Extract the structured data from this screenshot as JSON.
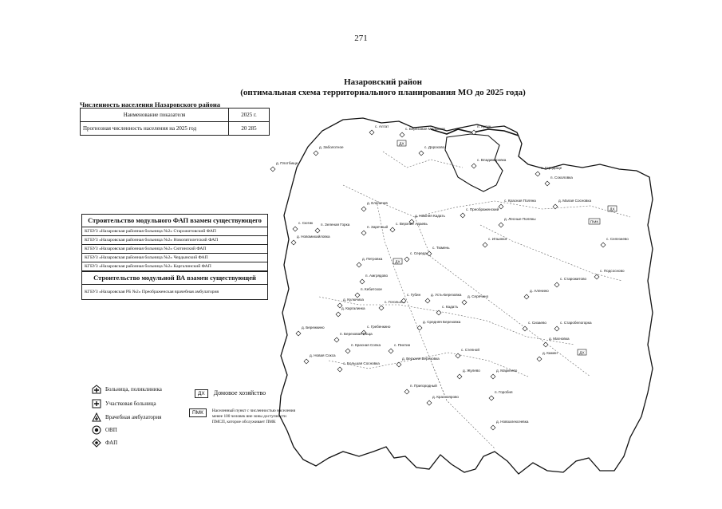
{
  "page": {
    "number": "271",
    "title_line1": "Назаровский район",
    "title_line2": "(оптимальная схема территориального планирования МО до 2025 года)"
  },
  "population": {
    "caption": "Численность населения Назаровского района",
    "header_name": "Наименование показателя",
    "header_year": "2025 г.",
    "row_name": "Прогнозная численность населения на 2025 год",
    "row_value": "20 285"
  },
  "fap_table": {
    "header": "Строительство модульного ФАП взамен существующего",
    "rows": [
      "КГБУЗ «Назаровская районная больница №2» Старожитовский ФАП",
      "КГБУЗ «Назаровская районная больница №2» Новопятилетский ФАП",
      "КГБУЗ «Назаровская районная больница №2» Сютинский ФАП",
      "КГБУЗ «Назаровская районная больница №2» Чердынский ФАП",
      "КГБУЗ «Назаровская районная больница №2» Каргалинский ФАП"
    ]
  },
  "va_table": {
    "header": "Строительство модульной ВА взамен существующей",
    "row": "КГБУЗ «Назаровская РБ №2» Преображенская врачебная амбулатория"
  },
  "legend": {
    "hospital": "Больница, поликлиника",
    "district_hospital": "Участковая больница",
    "ambulatory": "Врачебная амбулатория",
    "ovp": "ОВП",
    "fap": "ФАП",
    "dh_tag": "ДХ",
    "dh_label": "Домовое хозяйство",
    "pmk_tag": "ПМК",
    "pmk_label": "Населенный пункт с численностью населения менее 100 человек вне зоны доступности ПМСП, которое обслуживает ПМК"
  },
  "map": {
    "colors": {
      "border": "#111111",
      "road": "#666666"
    },
    "labels": [
      {
        "id": "artat",
        "text": "с. Алтат"
      },
      {
        "id": "berezovaya",
        "text": "с. Березовая Малышев"
      },
      {
        "id": "dorokhovo",
        "text": "с. Дорохово"
      },
      {
        "id": "zabolotnoe",
        "text": "д. Заболотное"
      },
      {
        "id": "vladimirovka",
        "text": "с. Владимировка"
      },
      {
        "id": "kulyun",
        "text": "п. Кулун"
      },
      {
        "id": "plotbische",
        "text": "д. Плотбище"
      },
      {
        "id": "sokolovka",
        "text": "п. Соколовка"
      },
      {
        "id": "gorodishche",
        "text": "с. Городище"
      },
      {
        "id": "krasnaya-polyana",
        "text": "с. Красная Поляна"
      },
      {
        "id": "malaya-sosnovka",
        "text": "д. Малая Сосновка"
      },
      {
        "id": "elichev",
        "text": "д. Ельничев"
      },
      {
        "id": "n-kadat",
        "text": "д. Нижняя Кадать"
      },
      {
        "id": "preobrazh",
        "text": "с. Преображенский"
      },
      {
        "id": "sytin",
        "text": "с. Сютик"
      },
      {
        "id": "zelenaya",
        "text": "п. Зеленая Горка"
      },
      {
        "id": "v-adayevo",
        "text": "с. Верхние Адаевь"
      },
      {
        "id": "zarechny",
        "text": "п. Заречный"
      },
      {
        "id": "lesnye-polyany",
        "text": "д. Лесные Поляны"
      },
      {
        "id": "novomikhailovka",
        "text": "д. Новомихайловка"
      },
      {
        "id": "ilyinka",
        "text": "с. Ильинка"
      },
      {
        "id": "seleznevo",
        "text": "с. Селезнево"
      },
      {
        "id": "petrovka",
        "text": "д. Петровка"
      },
      {
        "id": "podsosnovo",
        "text": "с. Подсосново"
      },
      {
        "id": "sereda",
        "text": "с. Середа"
      },
      {
        "id": "tumen",
        "text": "с. Тюмень"
      },
      {
        "id": "starozhitovo",
        "text": "с. Старожитово"
      },
      {
        "id": "amgryadovo",
        "text": "п. Амгрядово"
      },
      {
        "id": "kebitskoe",
        "text": "п. Кебитское"
      },
      {
        "id": "kulyuchino",
        "text": "д. Кулючиха"
      },
      {
        "id": "alenino",
        "text": "д. Аленино"
      },
      {
        "id": "gornitskoe",
        "text": "с. Гогольное"
      },
      {
        "id": "gubin",
        "text": "с. Губин"
      },
      {
        "id": "ust-berezovka",
        "text": "д. Усть-Березовка"
      },
      {
        "id": "seryatino",
        "text": "д. Серячино"
      },
      {
        "id": "kargalinka",
        "text": "д. Каргалинка"
      },
      {
        "id": "kadats",
        "text": "с. Кадатъ"
      },
      {
        "id": "grebenkino",
        "text": "с. Гребенкино"
      },
      {
        "id": "srednyaya-berezovka",
        "text": "д. Средняя Березовка"
      },
      {
        "id": "sizaevo",
        "text": "с. Сизаево"
      },
      {
        "id": "starobelogorka",
        "text": "с. Старобелогорка"
      },
      {
        "id": "beremino",
        "text": "д. Бережкино"
      },
      {
        "id": "berezovaya-roshcha",
        "text": "п. Березовая Роща"
      },
      {
        "id": "krasnaya-sopka",
        "text": "п. Красная Сопка"
      },
      {
        "id": "pikhtin",
        "text": "с. Пихтин"
      },
      {
        "id": "stepnoy",
        "text": "с. Степной"
      },
      {
        "id": "magnovka",
        "text": "д. Магновка"
      },
      {
        "id": "novaya-soksa",
        "text": "д. Новая Сокса"
      },
      {
        "id": "bolshaya-sosnovka",
        "text": "с. Большая Сосновка"
      },
      {
        "id": "verkhnyaya-berezovka",
        "text": "д. Верхняя Березовка"
      },
      {
        "id": "kamen",
        "text": "д. Камен"
      },
      {
        "id": "zhulevo",
        "text": "д. Жулево"
      },
      {
        "id": "markeevo",
        "text": "д. Маркеево"
      },
      {
        "id": "prigorodny",
        "text": "п. Пригородный"
      },
      {
        "id": "krasnoyarovo",
        "text": "д. Красноярово"
      },
      {
        "id": "gorobnya",
        "text": "п. Горобня"
      },
      {
        "id": "novoalekseevka",
        "text": "д. Новоалексеевка"
      }
    ],
    "markers": [
      {
        "text": "ДХ"
      },
      {
        "text": "ДХ"
      },
      {
        "text": "ДХ"
      },
      {
        "text": "ПМК"
      },
      {
        "text": "ДХ"
      }
    ]
  }
}
